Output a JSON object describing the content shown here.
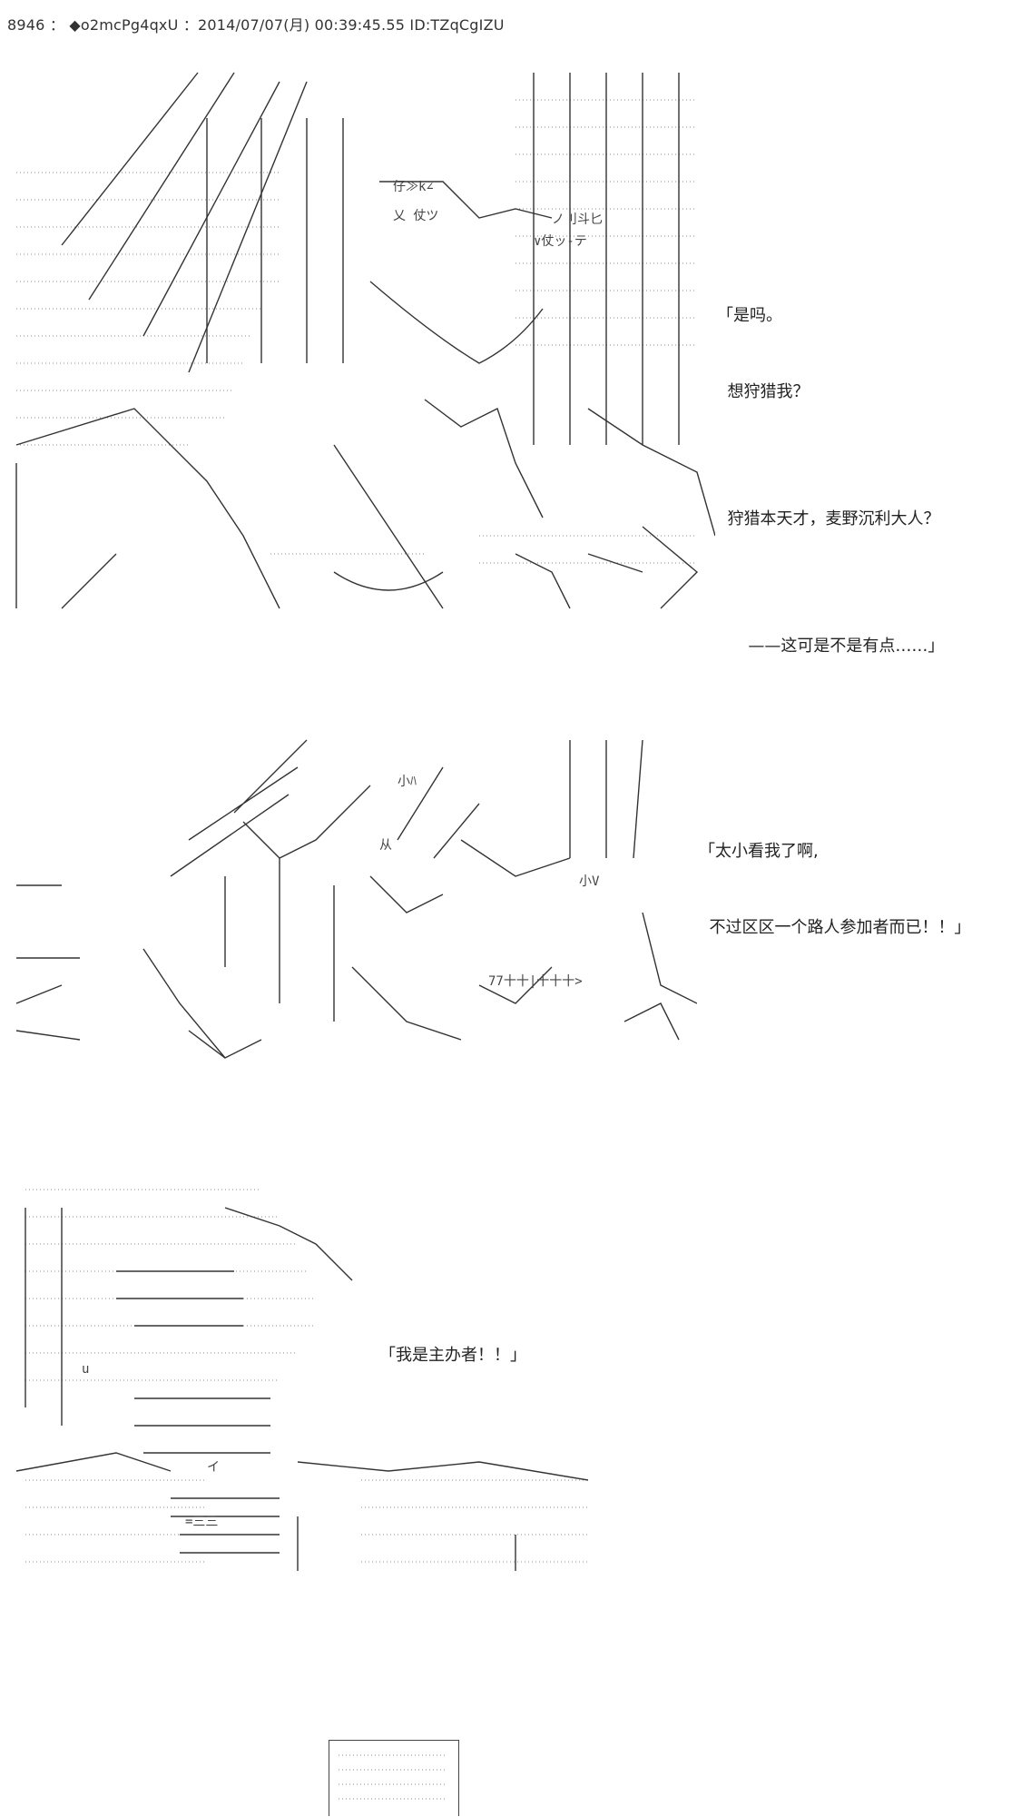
{
  "post_header": {
    "number": "8946",
    "separator": "：",
    "trip": "◆o2mcPg4qxU",
    "datetime": "：2014/07/07(月) 00:39:45.55",
    "id": "ID:TZqCgIZU"
  },
  "panels": [
    {
      "art_name": "ascii-art-character-sitting-throne",
      "art_glyphs": [
        "仔≫k∠",
        "乂 仗ツ",
        "∨仗ッ-テ",
        "ノ刂斗匕"
      ],
      "dialogue": [
        "「是吗。",
        "  想狩猎我？",
        "",
        "  狩猎本天才，麦野沉利大人？",
        "",
        "      ——这可是不是有点……」"
      ]
    },
    {
      "art_name": "ascii-art-character-charging",
      "art_glyphs": [
        "小ﾊ",
        "从",
        "小V",
        "77十十|十十十>"
      ],
      "dialogue": [
        "「太小看我了啊,",
        "  不过区区一个路人参加者而已！！」"
      ]
    },
    {
      "art_name": "ascii-art-character-closeup-shouting",
      "art_glyphs": [
        "u",
        "イ",
        "=三三"
      ],
      "dialogue": [
        "「我是主办者！！」"
      ]
    }
  ]
}
